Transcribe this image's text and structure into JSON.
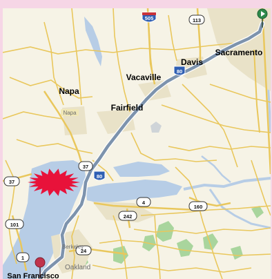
{
  "colors": {
    "frame": "#f6d6e6",
    "land": "#f6f3e6",
    "water": "#b7cde6",
    "park": "#a9d59d",
    "urban": "#e9e2c8",
    "road": "#e9c75c",
    "route": "#7d93ad",
    "start_marker": "#2d8a4a",
    "end_marker": "#c0344b",
    "burst": "#e8123a"
  },
  "cities": [
    {
      "name": "Sacramento"
    },
    {
      "name": "Davis"
    },
    {
      "name": "Vacaville"
    },
    {
      "name": "Napa"
    },
    {
      "name": "Fairfield"
    },
    {
      "name": "San Francisco"
    }
  ],
  "small_labels": [
    {
      "name": "Napa"
    },
    {
      "name": "Berkeley"
    },
    {
      "name": "Oakland"
    }
  ],
  "highway_shields": [
    {
      "label": "505"
    },
    {
      "label": "113"
    },
    {
      "label": "80"
    },
    {
      "label": "80"
    },
    {
      "label": "37"
    },
    {
      "label": "37"
    },
    {
      "label": "4"
    },
    {
      "label": "242"
    },
    {
      "label": "160"
    },
    {
      "label": "101"
    },
    {
      "label": "24"
    },
    {
      "label": "1"
    }
  ],
  "markers": [
    {
      "kind": "start",
      "icon": "flag-icon"
    },
    {
      "kind": "end",
      "icon": "pin-icon"
    }
  ]
}
